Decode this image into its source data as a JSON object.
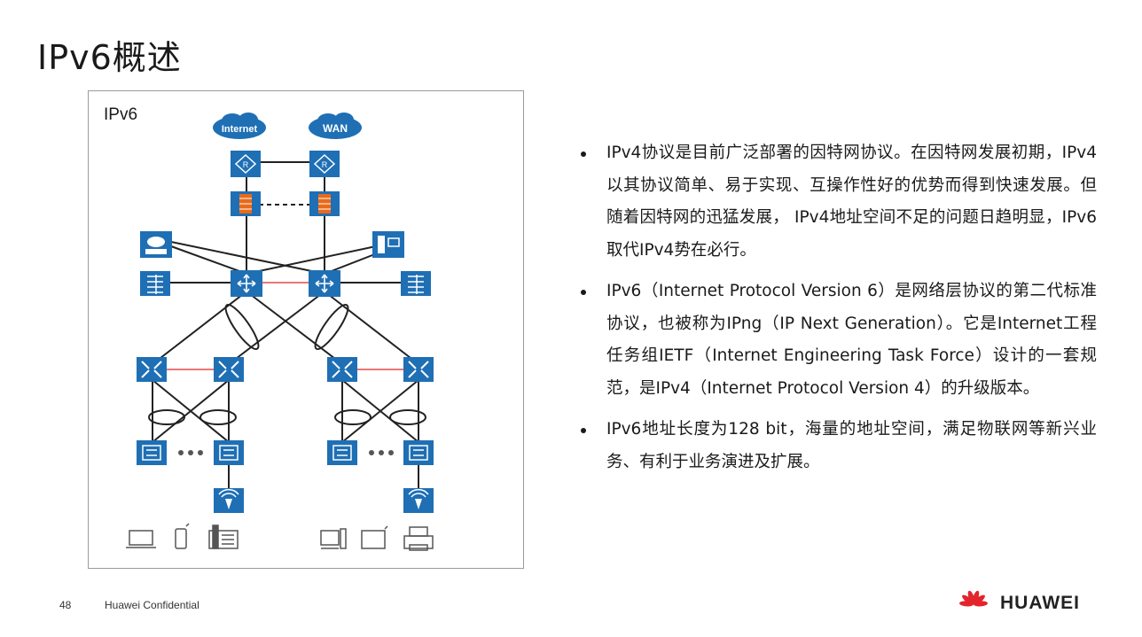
{
  "slide": {
    "title": "IPv6概述",
    "page_number": "48",
    "confidential": "Huawei Confidential",
    "brand": "HUAWEI"
  },
  "diagram": {
    "label": "IPv6",
    "clouds": [
      "Internet",
      "WAN"
    ],
    "colors": {
      "device": "#1f6fb5",
      "link": "#222222",
      "peer_link": "#e34a4a",
      "firewall_core": "#e86a1a"
    }
  },
  "bullets": [
    "IPv4协议是目前广泛部署的因特网协议。在因特网发展初期，IPv4以其协议简单、易于实现、互操作性好的优势而得到快速发展。但随着因特网的迅猛发展， IPv4地址空间不足的问题日趋明显，IPv6取代IPv4势在必行。",
    "IPv6（Internet Protocol Version 6）是网络层协议的第二代标准协议，也被称为IPng（IP Next Generation）。它是Internet工程任务组IETF（Internet Engineering Task Force）设计的一套规范，是IPv4（Internet Protocol Version 4）的升级版本。",
    "IPv6地址长度为128 bit，海量的地址空间，满足物联网等新兴业务、有利于业务演进及扩展。"
  ]
}
